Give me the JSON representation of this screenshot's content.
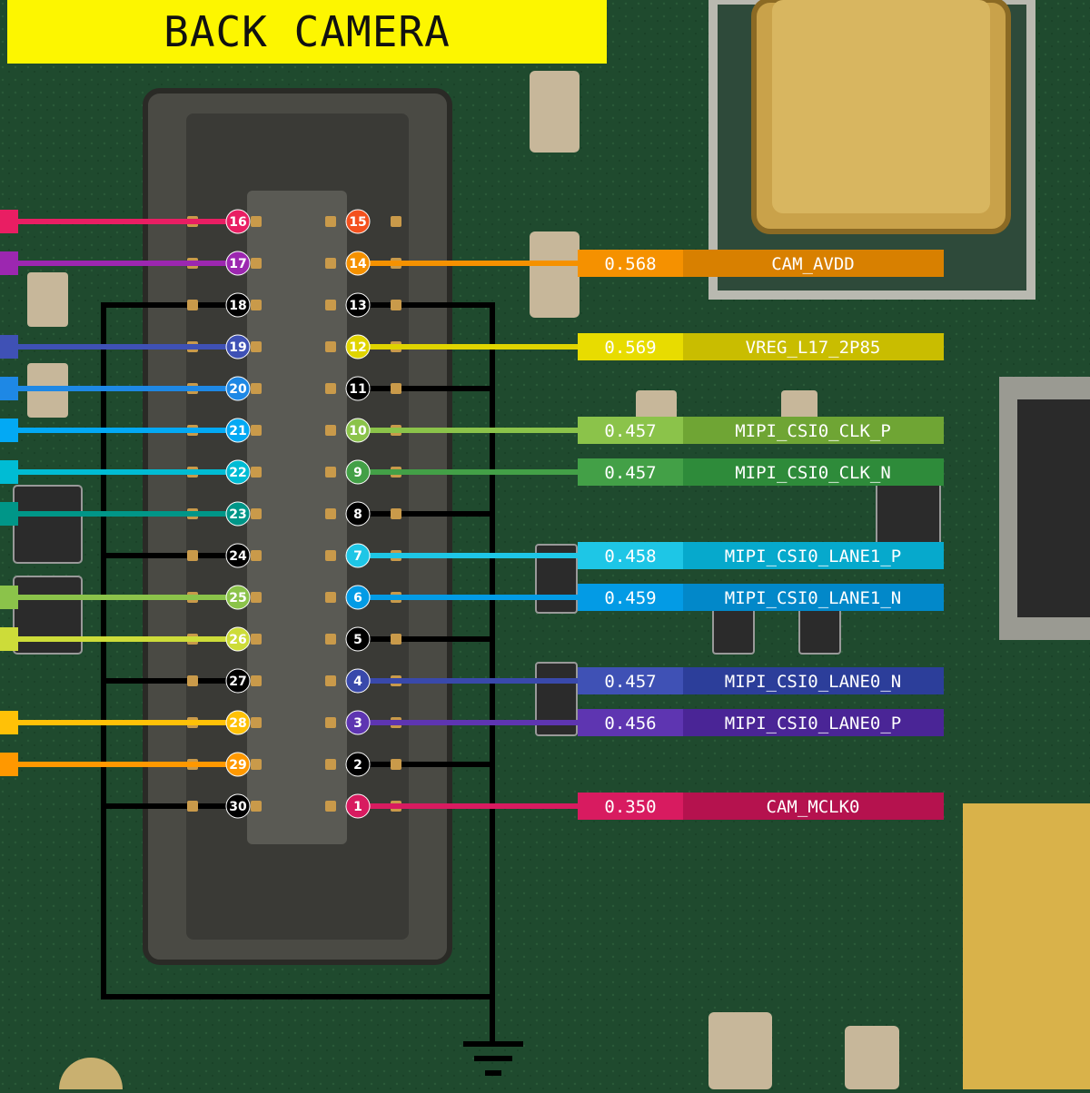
{
  "title": "BACK CAMERA",
  "colors": {
    "board": "#1f4a2e",
    "banner": "#fdf600",
    "ground": "#000000"
  },
  "icons": [
    "ground-symbol-icon"
  ],
  "right_pins": [
    {
      "pin": "15",
      "color": "#f4511e"
    },
    {
      "pin": "14",
      "color": "#f59100"
    },
    {
      "pin": "13",
      "color": "#000000"
    },
    {
      "pin": "12",
      "color": "#e0d400"
    },
    {
      "pin": "11",
      "color": "#000000"
    },
    {
      "pin": "10",
      "color": "#8bc34a"
    },
    {
      "pin": "9",
      "color": "#43a047"
    },
    {
      "pin": "8",
      "color": "#000000"
    },
    {
      "pin": "7",
      "color": "#1ec6e6"
    },
    {
      "pin": "6",
      "color": "#039be5"
    },
    {
      "pin": "5",
      "color": "#000000"
    },
    {
      "pin": "4",
      "color": "#3949ab"
    },
    {
      "pin": "3",
      "color": "#5e35b1"
    },
    {
      "pin": "2",
      "color": "#000000"
    },
    {
      "pin": "1",
      "color": "#d81b60"
    }
  ],
  "left_pins": [
    {
      "pin": "16",
      "color": "#e91e63"
    },
    {
      "pin": "17",
      "color": "#9c27b0"
    },
    {
      "pin": "18",
      "color": "#000000"
    },
    {
      "pin": "19",
      "color": "#3f51b5"
    },
    {
      "pin": "20",
      "color": "#1e88e5"
    },
    {
      "pin": "21",
      "color": "#03a9f4"
    },
    {
      "pin": "22",
      "color": "#00bcd4"
    },
    {
      "pin": "23",
      "color": "#009688"
    },
    {
      "pin": "24",
      "color": "#000000"
    },
    {
      "pin": "25",
      "color": "#8bc34a"
    },
    {
      "pin": "26",
      "color": "#cddc39"
    },
    {
      "pin": "27",
      "color": "#000000"
    },
    {
      "pin": "28",
      "color": "#ffc107"
    },
    {
      "pin": "29",
      "color": "#ff9800"
    },
    {
      "pin": "30",
      "color": "#000000"
    }
  ],
  "signals": [
    {
      "pin": "14",
      "value": "0.568",
      "name": "CAM_AVDD",
      "color_value": "#f59100",
      "color_name": "#d88000"
    },
    {
      "pin": "12",
      "value": "0.569",
      "name": "VREG_L17_2P85",
      "color_value": "#e8dc00",
      "color_name": "#c9bd00"
    },
    {
      "pin": "10",
      "value": "0.457",
      "name": "MIPI_CSI0_CLK_P",
      "color_value": "#8bc34a",
      "color_name": "#6fa534"
    },
    {
      "pin": "9",
      "value": "0.457",
      "name": "MIPI_CSI0_CLK_N",
      "color_value": "#43a047",
      "color_name": "#2e8b3a"
    },
    {
      "pin": "7",
      "value": "0.458",
      "name": "MIPI_CSI0_LANE1_P",
      "color_value": "#1ec6e6",
      "color_name": "#06a9cc"
    },
    {
      "pin": "6",
      "value": "0.459",
      "name": "MIPI_CSI0_LANE1_N",
      "color_value": "#039be5",
      "color_name": "#0288c9"
    },
    {
      "pin": "4",
      "value": "0.457",
      "name": "MIPI_CSI0_LANE0_N",
      "color_value": "#3f51b5",
      "color_name": "#2c3e9a"
    },
    {
      "pin": "3",
      "value": "0.456",
      "name": "MIPI_CSI0_LANE0_P",
      "color_value": "#5e35b1",
      "color_name": "#4a2596"
    },
    {
      "pin": "1",
      "value": "0.350",
      "name": "CAM_MCLK0",
      "color_value": "#d81b60",
      "color_name": "#b5124e"
    }
  ]
}
